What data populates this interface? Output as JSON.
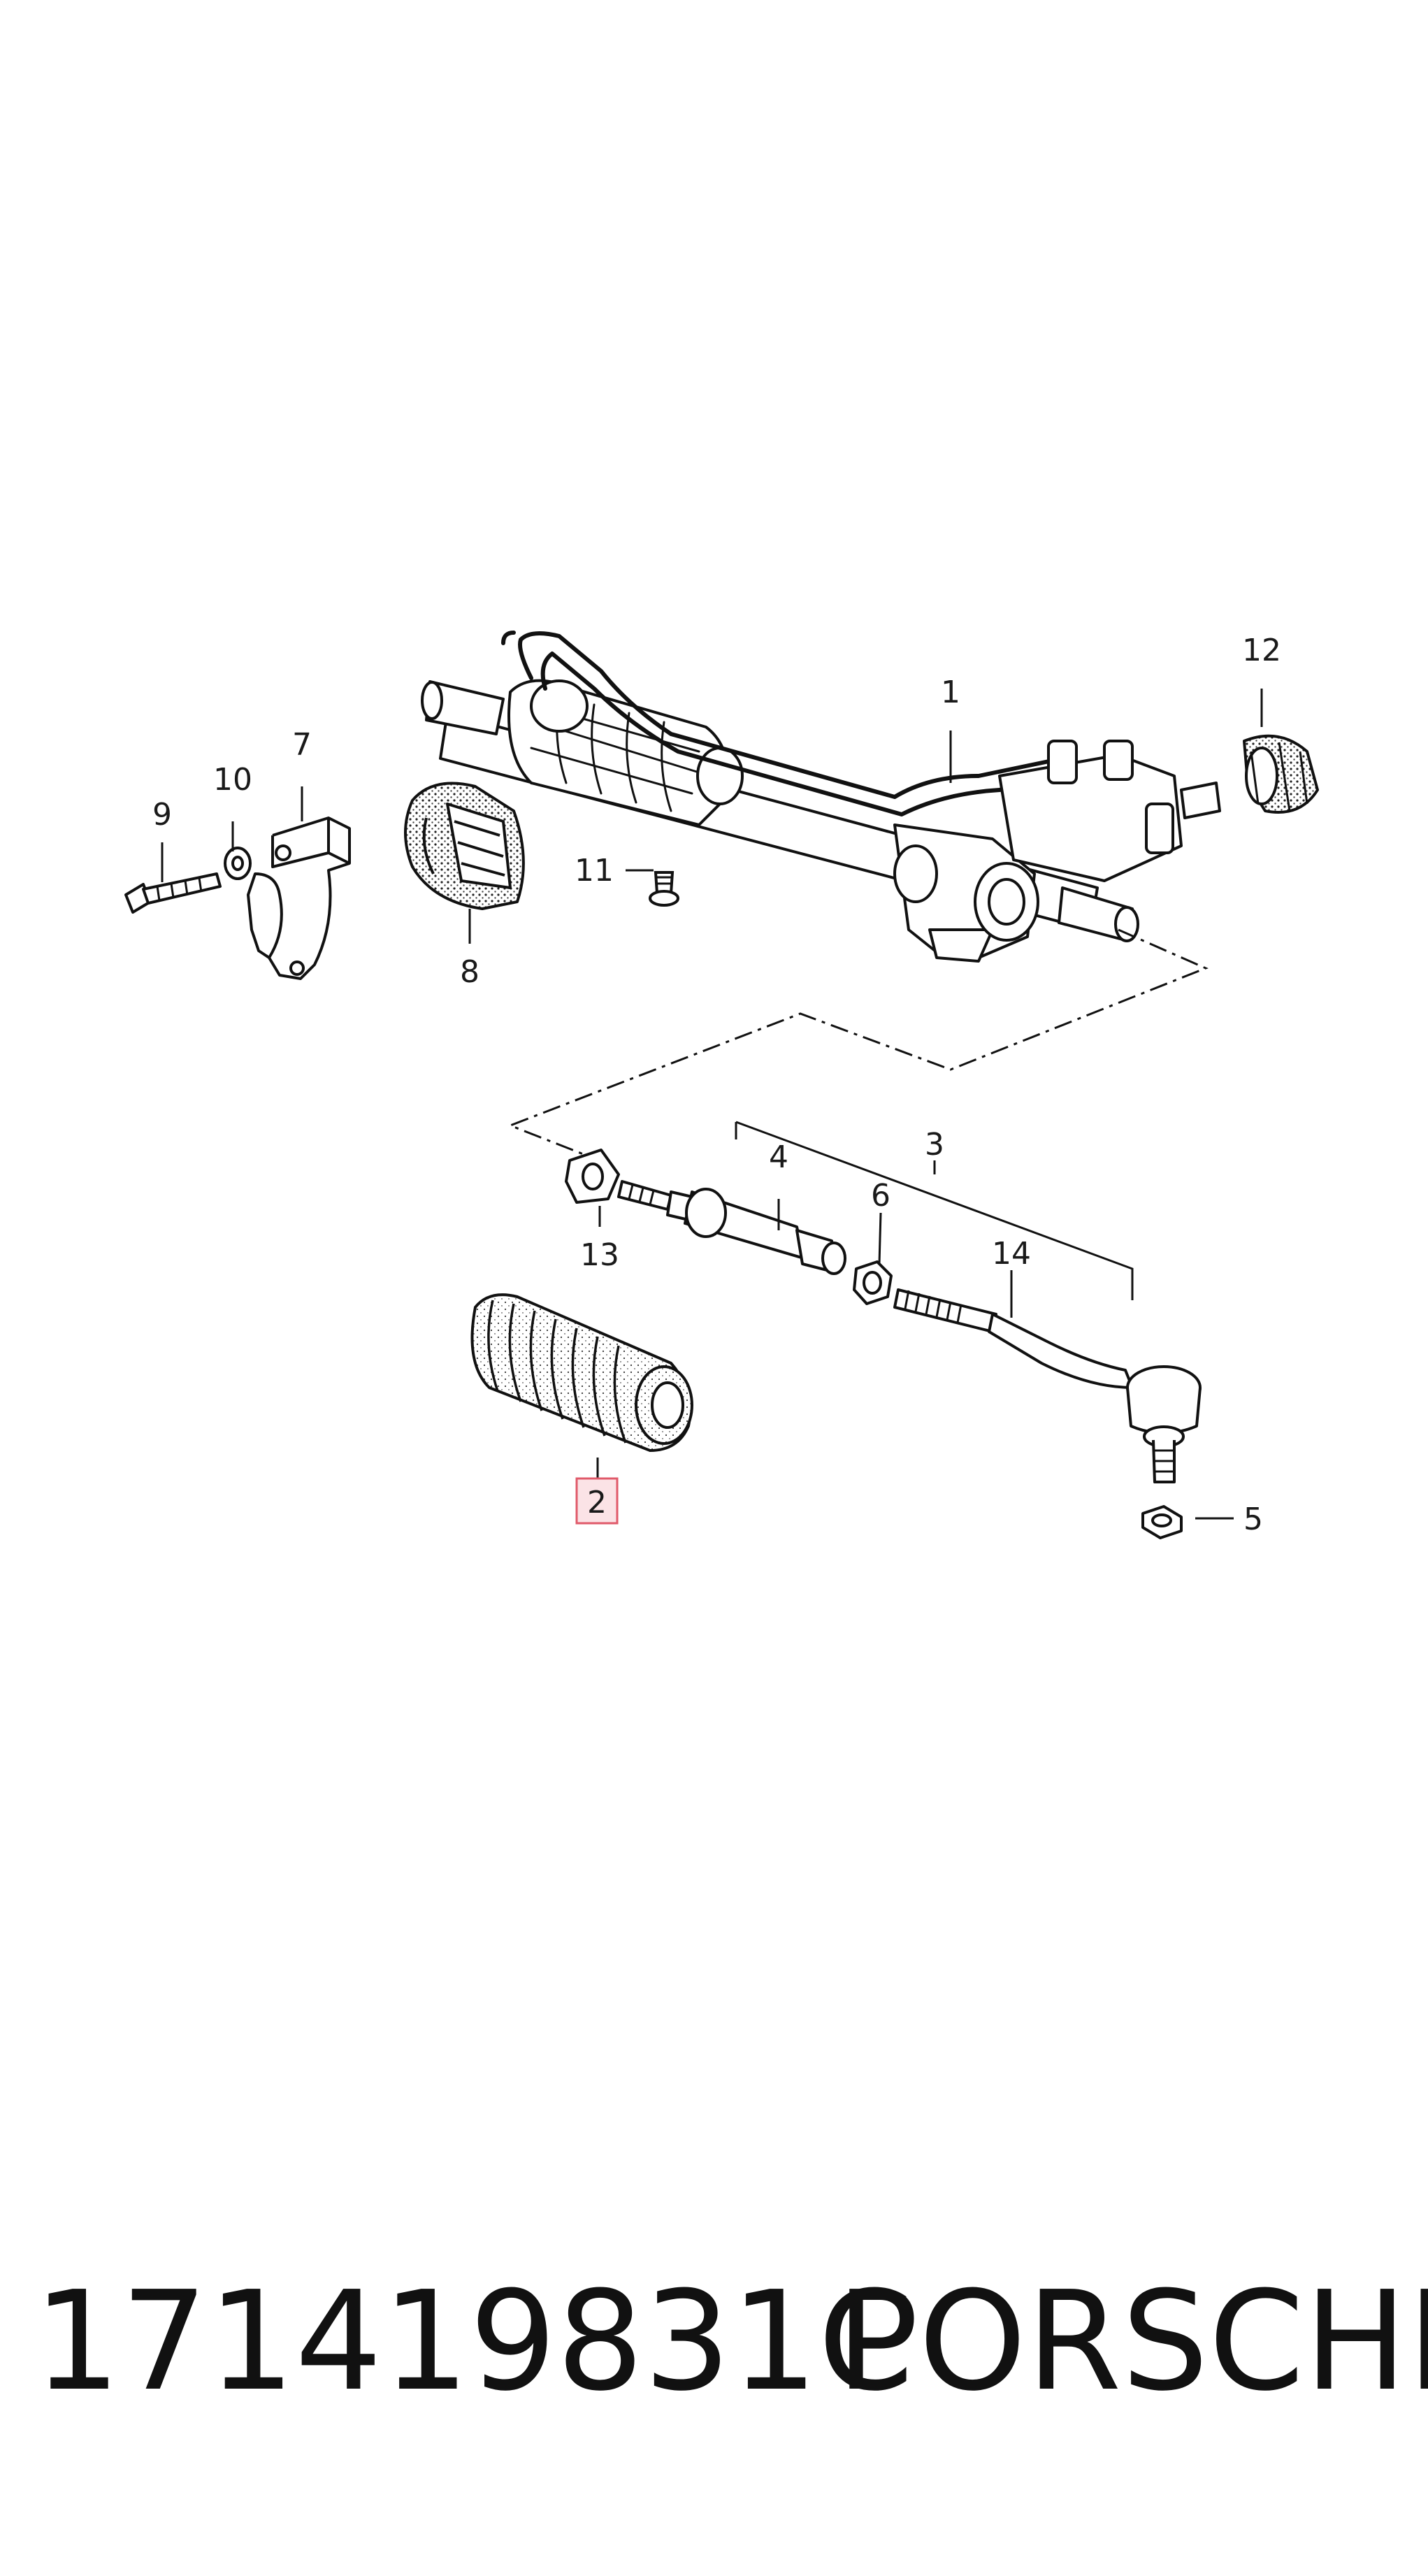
{
  "diagram": {
    "callouts": {
      "c1": "1",
      "c2": "2",
      "c3": "3",
      "c4": "4",
      "c5": "5",
      "c6": "6",
      "c7": "7",
      "c8": "8",
      "c9": "9",
      "c10": "10",
      "c11": "11",
      "c12": "12",
      "c13": "13",
      "c14": "14"
    },
    "highlighted_callout": "2",
    "highlight_color": "#e05a6a",
    "highlight_fill": "#fbe3e6"
  },
  "footer": {
    "part_number": "171419831C",
    "brand": "PORSCHE"
  }
}
